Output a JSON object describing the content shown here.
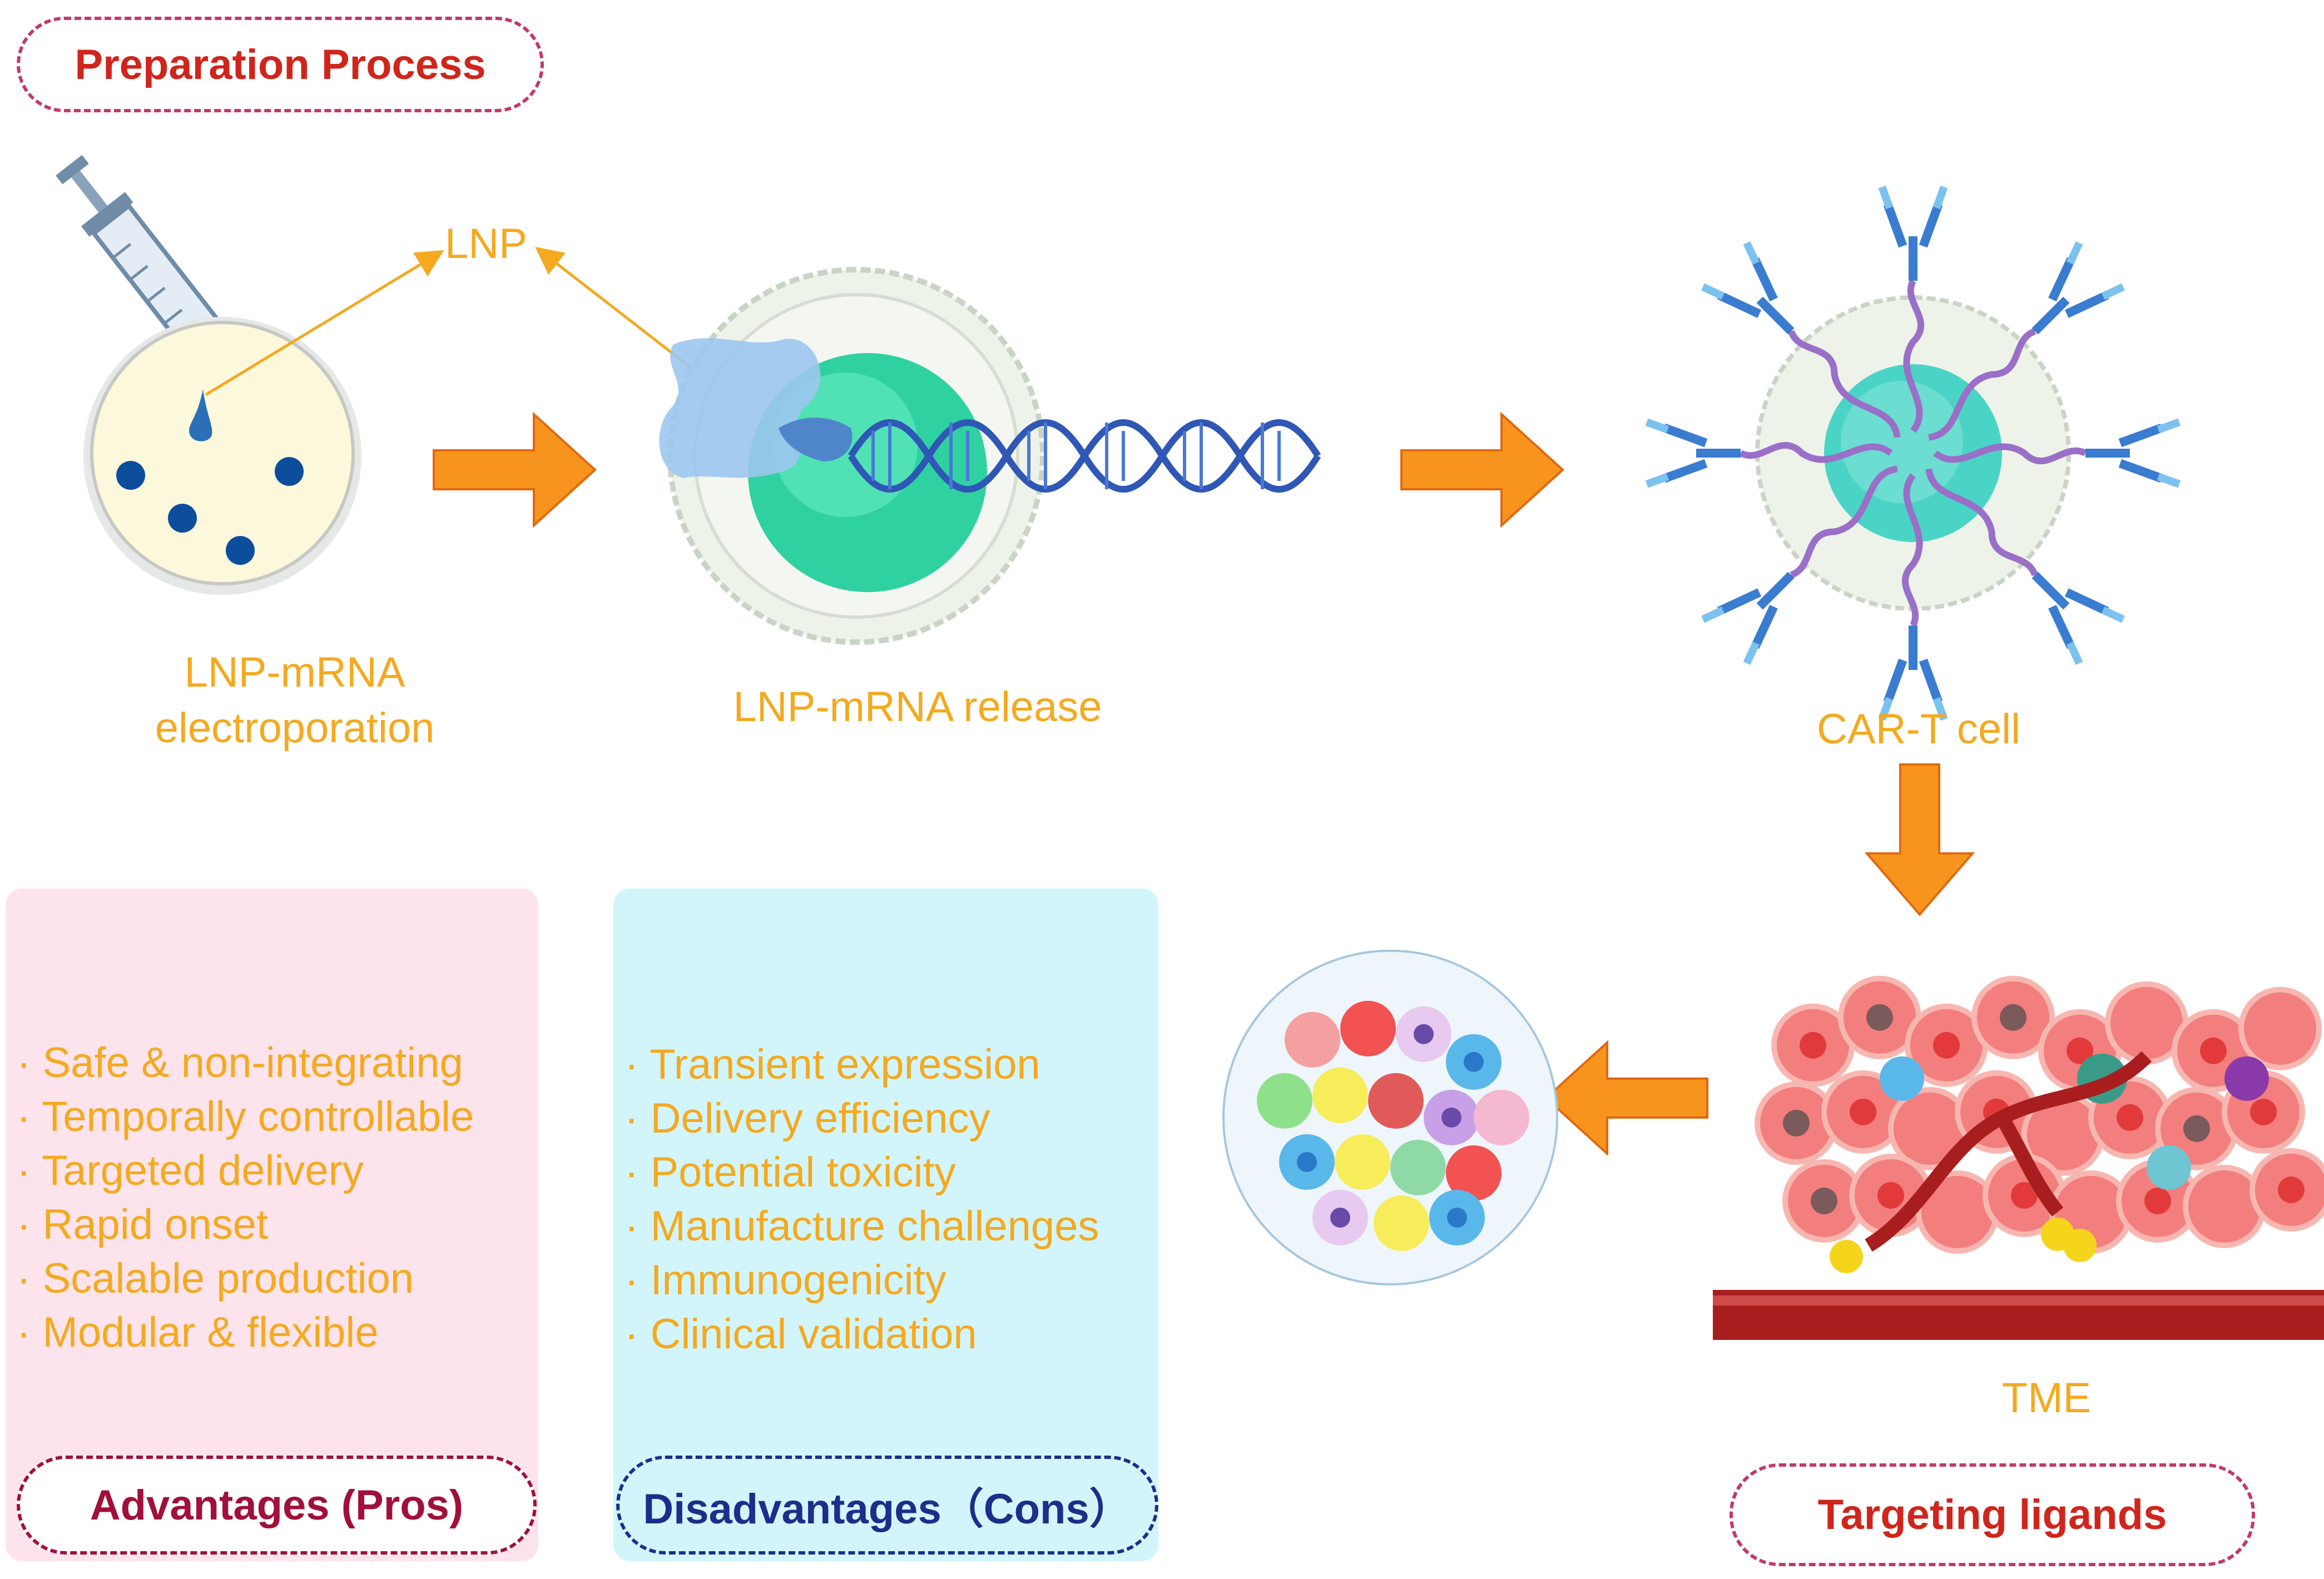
{
  "labels": {
    "preparation_process": "Preparation Process",
    "lnp": "LNP",
    "lnp_mrna_electroporation_line1": "LNP-mRNA",
    "lnp_mrna_electroporation_line2": "electroporation",
    "lnp_mrna_release": "LNP-mRNA release",
    "car_t_cell": "CAR-T cell",
    "tme": "TME",
    "targeting_ligands": "Targeting ligands"
  },
  "advantages": {
    "title": "Advantages (Pros)",
    "items": [
      "Safe & non-integrating",
      "Temporally controllable",
      "Targeted delivery",
      "Rapid onset",
      "Scalable production",
      "Modular & flexible"
    ]
  },
  "disadvantages": {
    "title": "Disadvantages（Cons）",
    "items": [
      "Transient expression",
      "Delivery efficiency",
      "Potential toxicity",
      "Manufacture challenges",
      "Immunogenicity",
      "Clinical validation"
    ]
  },
  "colors": {
    "label_orange": "#f4a91f",
    "arrow_orange": "#f7941d",
    "title_red": "#d0251c",
    "pros_red": "#a0103a",
    "cons_blue": "#1a2f8a",
    "pros_panel": "#fde4ec",
    "cons_panel": "#d2f5fb",
    "pill_border": "#c4386a",
    "vessel": "#a81e1e",
    "nucleus": "#2ed9a6",
    "antibody": "#3a7cd0",
    "linker": "#9a6fc8"
  },
  "icons": [
    "syringe-icon",
    "petri-dish-icon",
    "cell-icon",
    "dna-helix-icon",
    "car-t-cell-icon",
    "tumor-microenvironment-icon",
    "blood-vessel-icon",
    "tumor-cluster-icon"
  ]
}
